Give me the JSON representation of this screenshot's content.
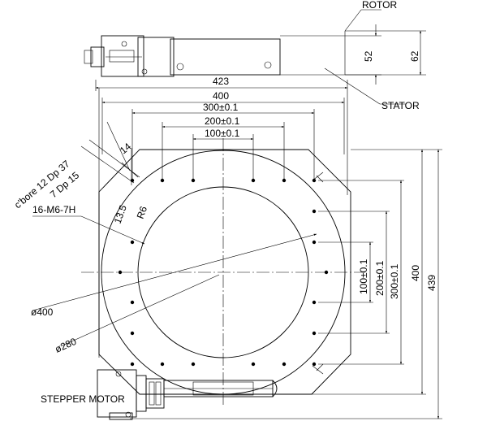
{
  "labels": {
    "rotor": "ROTOR",
    "stator": "STATOR",
    "stepper_motor": "STEPPER MOTOR",
    "counterbore_1": "c'bore 12 Dp 37",
    "counterbore_2": "7 Dp 15",
    "tapped_holes": "16-M6-7H",
    "dim_13_5": "13.5",
    "dim_r6": "R6",
    "dim_14": "14",
    "dia_400": "ø400",
    "dia_280": "ø280"
  },
  "dimensions": {
    "top_view": {
      "height_52": "52",
      "height_62": "62"
    },
    "horizontal": {
      "d423": "423",
      "d400": "400",
      "d300": "300±0.1",
      "d200": "200±0.1",
      "d100": "100±0.1"
    },
    "vertical": {
      "d100": "100±0.1",
      "d200": "200±0.1",
      "d300": "300±0.1",
      "d400": "400",
      "d439": "439"
    }
  }
}
